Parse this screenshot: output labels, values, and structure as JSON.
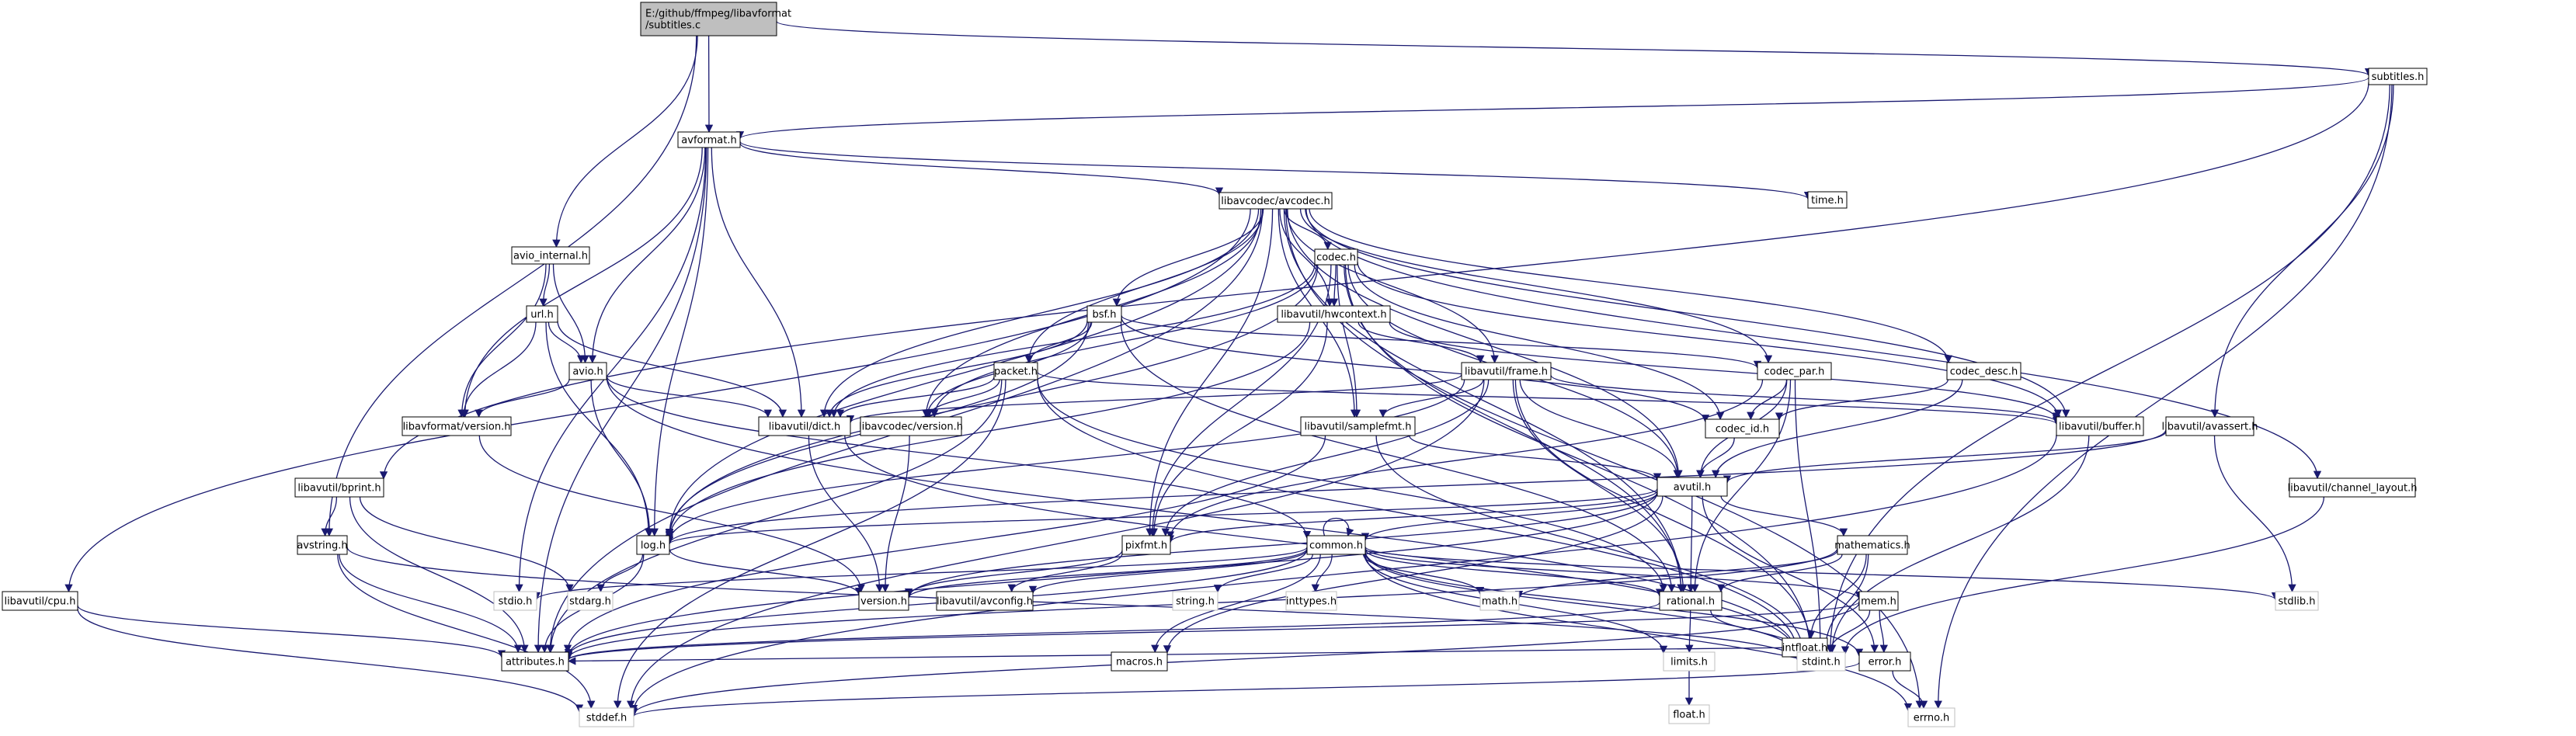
{
  "graph": {
    "colors": {
      "edge": "#191970",
      "root_fill": "#bfbfbf",
      "node_fill": "#ffffff",
      "node_border": "#000000",
      "system_border": "#bfbfbf"
    },
    "nodes": [
      {
        "id": "root",
        "lines": [
          "E:/github/ffmpeg/libavformat",
          "/subtitles.c"
        ],
        "kind": "root"
      },
      {
        "id": "subtitles",
        "lines": [
          "subtitles.h"
        ],
        "kind": "local"
      },
      {
        "id": "avformat",
        "lines": [
          "avformat.h"
        ],
        "kind": "local"
      },
      {
        "id": "avcodec",
        "lines": [
          "libavcodec/avcodec.h"
        ],
        "kind": "local"
      },
      {
        "id": "time",
        "lines": [
          "time.h"
        ],
        "kind": "local"
      },
      {
        "id": "avio_internal",
        "lines": [
          "avio_internal.h"
        ],
        "kind": "local"
      },
      {
        "id": "codec",
        "lines": [
          "codec.h"
        ],
        "kind": "local"
      },
      {
        "id": "url",
        "lines": [
          "url.h"
        ],
        "kind": "local"
      },
      {
        "id": "bsf",
        "lines": [
          "bsf.h"
        ],
        "kind": "local"
      },
      {
        "id": "hwcontext",
        "lines": [
          "libavutil/hwcontext.h"
        ],
        "kind": "local"
      },
      {
        "id": "avio",
        "lines": [
          "avio.h"
        ],
        "kind": "local"
      },
      {
        "id": "packet",
        "lines": [
          "packet.h"
        ],
        "kind": "local"
      },
      {
        "id": "frame",
        "lines": [
          "libavutil/frame.h"
        ],
        "kind": "local"
      },
      {
        "id": "codec_par",
        "lines": [
          "codec_par.h"
        ],
        "kind": "local"
      },
      {
        "id": "codec_desc",
        "lines": [
          "codec_desc.h"
        ],
        "kind": "local"
      },
      {
        "id": "lf_version",
        "lines": [
          "libavformat/version.h"
        ],
        "kind": "local"
      },
      {
        "id": "dict",
        "lines": [
          "libavutil/dict.h"
        ],
        "kind": "local"
      },
      {
        "id": "lc_version",
        "lines": [
          "libavcodec/version.h"
        ],
        "kind": "local"
      },
      {
        "id": "samplefmt",
        "lines": [
          "libavutil/samplefmt.h"
        ],
        "kind": "local"
      },
      {
        "id": "codec_id",
        "lines": [
          "codec_id.h"
        ],
        "kind": "local"
      },
      {
        "id": "buffer",
        "lines": [
          "libavutil/buffer.h"
        ],
        "kind": "local"
      },
      {
        "id": "avassert",
        "lines": [
          "libavutil/avassert.h"
        ],
        "kind": "local"
      },
      {
        "id": "channel_layout",
        "lines": [
          "libavutil/channel_layout.h"
        ],
        "kind": "local"
      },
      {
        "id": "bprint",
        "lines": [
          "libavutil/bprint.h"
        ],
        "kind": "local"
      },
      {
        "id": "avutil",
        "lines": [
          "avutil.h"
        ],
        "kind": "local"
      },
      {
        "id": "avstring",
        "lines": [
          "avstring.h"
        ],
        "kind": "local"
      },
      {
        "id": "log",
        "lines": [
          "log.h"
        ],
        "kind": "local"
      },
      {
        "id": "pixfmt",
        "lines": [
          "pixfmt.h"
        ],
        "kind": "local"
      },
      {
        "id": "common",
        "lines": [
          "common.h"
        ],
        "kind": "local"
      },
      {
        "id": "mathematics",
        "lines": [
          "mathematics.h"
        ],
        "kind": "local"
      },
      {
        "id": "stdio",
        "lines": [
          "stdio.h"
        ],
        "kind": "system"
      },
      {
        "id": "stdarg",
        "lines": [
          "stdarg.h"
        ],
        "kind": "system"
      },
      {
        "id": "version",
        "lines": [
          "version.h"
        ],
        "kind": "local"
      },
      {
        "id": "avconfig",
        "lines": [
          "libavutil/avconfig.h"
        ],
        "kind": "local"
      },
      {
        "id": "string",
        "lines": [
          "string.h"
        ],
        "kind": "system"
      },
      {
        "id": "inttypes",
        "lines": [
          "inttypes.h"
        ],
        "kind": "system"
      },
      {
        "id": "math",
        "lines": [
          "math.h"
        ],
        "kind": "system"
      },
      {
        "id": "rational",
        "lines": [
          "rational.h"
        ],
        "kind": "local"
      },
      {
        "id": "mem",
        "lines": [
          "mem.h"
        ],
        "kind": "local"
      },
      {
        "id": "intfloat",
        "lines": [
          "intfloat.h"
        ],
        "kind": "local"
      },
      {
        "id": "stdlib",
        "lines": [
          "stdlib.h"
        ],
        "kind": "system"
      },
      {
        "id": "cpu",
        "lines": [
          "libavutil/cpu.h"
        ],
        "kind": "local"
      },
      {
        "id": "attributes",
        "lines": [
          "attributes.h"
        ],
        "kind": "local"
      },
      {
        "id": "macros",
        "lines": [
          "macros.h"
        ],
        "kind": "local"
      },
      {
        "id": "limits",
        "lines": [
          "limits.h"
        ],
        "kind": "system"
      },
      {
        "id": "stdint",
        "lines": [
          "stdint.h"
        ],
        "kind": "system"
      },
      {
        "id": "error",
        "lines": [
          "error.h"
        ],
        "kind": "local"
      },
      {
        "id": "float",
        "lines": [
          "float.h"
        ],
        "kind": "system"
      },
      {
        "id": "errno",
        "lines": [
          "errno.h"
        ],
        "kind": "system"
      },
      {
        "id": "stddef",
        "lines": [
          "stddef.h"
        ],
        "kind": "system"
      }
    ],
    "edges": [
      [
        "root",
        "subtitles"
      ],
      [
        "root",
        "avformat"
      ],
      [
        "root",
        "avio_internal"
      ],
      [
        "root",
        "avstring"
      ],
      [
        "subtitles",
        "avformat"
      ],
      [
        "subtitles",
        "bprint"
      ],
      [
        "subtitles",
        "stdint"
      ],
      [
        "subtitles",
        "avassert"
      ],
      [
        "subtitles",
        "errno"
      ],
      [
        "avformat",
        "avcodec"
      ],
      [
        "avformat",
        "time"
      ],
      [
        "avformat",
        "stdio"
      ],
      [
        "avformat",
        "avio"
      ],
      [
        "avformat",
        "lf_version"
      ],
      [
        "avformat",
        "dict"
      ],
      [
        "avformat",
        "log"
      ],
      [
        "avformat",
        "attributes"
      ],
      [
        "avcodec",
        "cpu"
      ],
      [
        "avcodec",
        "codec"
      ],
      [
        "avcodec",
        "hwcontext"
      ],
      [
        "avcodec",
        "bsf"
      ],
      [
        "avcodec",
        "packet"
      ],
      [
        "avcodec",
        "frame"
      ],
      [
        "avcodec",
        "codec_par"
      ],
      [
        "avcodec",
        "codec_desc"
      ],
      [
        "avcodec",
        "buffer"
      ],
      [
        "avcodec",
        "samplefmt"
      ],
      [
        "avcodec",
        "channel_layout"
      ],
      [
        "avcodec",
        "dict"
      ],
      [
        "avcodec",
        "lc_version"
      ],
      [
        "avcodec",
        "avutil"
      ],
      [
        "avcodec",
        "log"
      ],
      [
        "avcodec",
        "pixfmt"
      ],
      [
        "avcodec",
        "rational"
      ],
      [
        "avcodec",
        "attributes"
      ],
      [
        "avcodec",
        "errno"
      ],
      [
        "avio_internal",
        "url"
      ],
      [
        "avio_internal",
        "avio"
      ],
      [
        "avio_internal",
        "lf_version"
      ],
      [
        "url",
        "avio"
      ],
      [
        "url",
        "lf_version"
      ],
      [
        "url",
        "dict"
      ],
      [
        "url",
        "log"
      ],
      [
        "avio",
        "dict"
      ],
      [
        "avio",
        "log"
      ],
      [
        "avio",
        "common"
      ],
      [
        "avio",
        "stdint"
      ],
      [
        "avio",
        "lf_version"
      ],
      [
        "codec",
        "hwcontext"
      ],
      [
        "codec",
        "codec_id"
      ],
      [
        "codec",
        "samplefmt"
      ],
      [
        "codec",
        "avutil"
      ],
      [
        "codec",
        "log"
      ],
      [
        "codec",
        "pixfmt"
      ],
      [
        "codec",
        "rational"
      ],
      [
        "codec",
        "buffer"
      ],
      [
        "codec",
        "dict"
      ],
      [
        "codec",
        "lc_version"
      ],
      [
        "codec",
        "stdint"
      ],
      [
        "bsf",
        "packet"
      ],
      [
        "bsf",
        "codec_par"
      ],
      [
        "bsf",
        "codec_id"
      ],
      [
        "bsf",
        "dict"
      ],
      [
        "bsf",
        "log"
      ],
      [
        "bsf",
        "rational"
      ],
      [
        "bsf",
        "lc_version"
      ],
      [
        "hwcontext",
        "frame"
      ],
      [
        "hwcontext",
        "buffer"
      ],
      [
        "hwcontext",
        "pixfmt"
      ],
      [
        "hwcontext",
        "log"
      ],
      [
        "packet",
        "dict"
      ],
      [
        "packet",
        "lc_version"
      ],
      [
        "packet",
        "buffer"
      ],
      [
        "packet",
        "rational"
      ],
      [
        "packet",
        "attributes"
      ],
      [
        "packet",
        "stddef"
      ],
      [
        "packet",
        "stdint"
      ],
      [
        "frame",
        "samplefmt"
      ],
      [
        "frame",
        "dict"
      ],
      [
        "frame",
        "buffer"
      ],
      [
        "frame",
        "avutil"
      ],
      [
        "frame",
        "pixfmt"
      ],
      [
        "frame",
        "rational"
      ],
      [
        "frame",
        "log"
      ],
      [
        "frame",
        "stddef"
      ],
      [
        "frame",
        "stdint"
      ],
      [
        "codec_par",
        "codec_id"
      ],
      [
        "codec_par",
        "avutil"
      ],
      [
        "codec_par",
        "pixfmt"
      ],
      [
        "codec_par",
        "rational"
      ],
      [
        "codec_par",
        "stdint"
      ],
      [
        "codec_desc",
        "codec_id"
      ],
      [
        "codec_desc",
        "avutil"
      ],
      [
        "dict",
        "version"
      ],
      [
        "dict",
        "stdint"
      ],
      [
        "lc_version",
        "version"
      ],
      [
        "lf_version",
        "version"
      ],
      [
        "samplefmt",
        "avutil"
      ],
      [
        "samplefmt",
        "attributes"
      ],
      [
        "samplefmt",
        "stdint"
      ],
      [
        "codec_id",
        "avutil"
      ],
      [
        "buffer",
        "stddef"
      ],
      [
        "buffer",
        "stdint"
      ],
      [
        "avassert",
        "avutil"
      ],
      [
        "avassert",
        "log"
      ],
      [
        "avassert",
        "stdlib"
      ],
      [
        "channel_layout",
        "stdint"
      ],
      [
        "bprint",
        "avstring"
      ],
      [
        "bprint",
        "stdarg"
      ],
      [
        "bprint",
        "attributes"
      ],
      [
        "avutil",
        "log"
      ],
      [
        "avutil",
        "pixfmt"
      ],
      [
        "avutil",
        "common"
      ],
      [
        "avutil",
        "mathematics"
      ],
      [
        "avutil",
        "error"
      ],
      [
        "avutil",
        "rational"
      ],
      [
        "avutil",
        "version"
      ],
      [
        "avutil",
        "macros"
      ],
      [
        "avutil",
        "attributes"
      ],
      [
        "avstring",
        "stddef"
      ],
      [
        "avstring",
        "stdint"
      ],
      [
        "avstring",
        "attributes"
      ],
      [
        "log",
        "stdarg"
      ],
      [
        "log",
        "attributes"
      ],
      [
        "log",
        "version"
      ],
      [
        "pixfmt",
        "avconfig"
      ],
      [
        "pixfmt",
        "version"
      ],
      [
        "common",
        "avconfig"
      ],
      [
        "common",
        "common"
      ],
      [
        "common",
        "version"
      ],
      [
        "common",
        "string"
      ],
      [
        "common",
        "inttypes"
      ],
      [
        "common",
        "math"
      ],
      [
        "common",
        "rational"
      ],
      [
        "common",
        "mem"
      ],
      [
        "common",
        "error"
      ],
      [
        "common",
        "macros"
      ],
      [
        "common",
        "attributes"
      ],
      [
        "common",
        "stdint"
      ],
      [
        "common",
        "limits"
      ],
      [
        "common",
        "stdlib"
      ],
      [
        "common",
        "errno"
      ],
      [
        "common",
        "stdio"
      ],
      [
        "mathematics",
        "rational"
      ],
      [
        "mathematics",
        "intfloat"
      ],
      [
        "mathematics",
        "math"
      ],
      [
        "mathematics",
        "attributes"
      ],
      [
        "mathematics",
        "stdint"
      ],
      [
        "rational",
        "limits"
      ],
      [
        "rational",
        "attributes"
      ],
      [
        "rational",
        "stdint"
      ],
      [
        "mem",
        "error"
      ],
      [
        "mem",
        "stddef"
      ],
      [
        "mem",
        "stdint"
      ],
      [
        "mem",
        "attributes"
      ],
      [
        "intfloat",
        "stdint"
      ],
      [
        "intfloat",
        "attributes"
      ],
      [
        "cpu",
        "attributes"
      ],
      [
        "cpu",
        "stddef"
      ],
      [
        "error",
        "errno"
      ],
      [
        "error",
        "stddef"
      ],
      [
        "limits",
        "float"
      ]
    ]
  }
}
